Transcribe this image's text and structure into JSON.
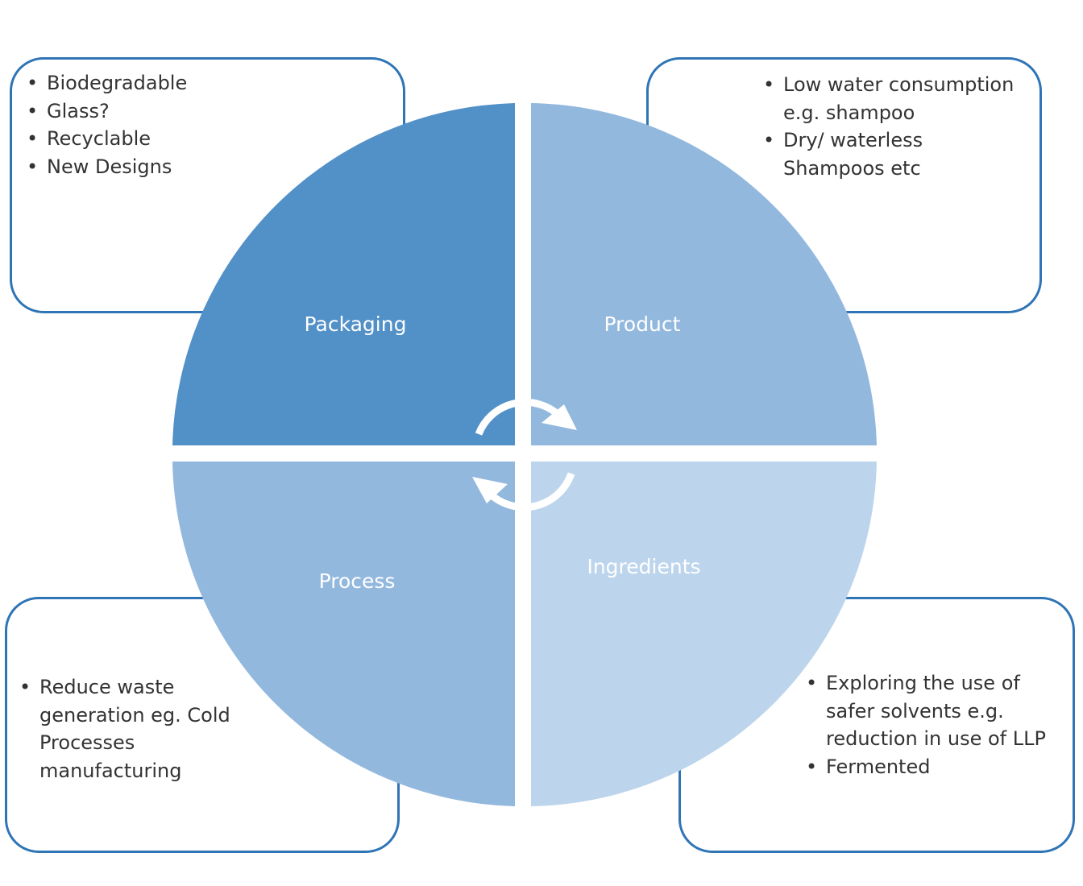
{
  "quadrants": {
    "packaging": {
      "label": "Packaging",
      "color": "#5290c8"
    },
    "product": {
      "label": "Product",
      "color": "#93b8de"
    },
    "process": {
      "label": "Process",
      "color": "#93b8de"
    },
    "ingredients": {
      "label": "Ingredients",
      "color": "#bdd5ec"
    }
  },
  "callouts": {
    "packaging": {
      "items": [
        "Biodegradable",
        "Glass?",
        "Recyclable",
        "New Designs"
      ]
    },
    "product": {
      "items": [
        "Low water consumption e.g. shampoo",
        "Dry/ waterless Shampoos etc"
      ]
    },
    "process": {
      "items": [
        "Reduce waste generation eg. Cold Processes manufacturing"
      ]
    },
    "ingredients": {
      "items": [
        "Exploring the use of safer solvents e.g. reduction in use of LLP",
        "Fermented"
      ]
    }
  },
  "colors": {
    "box_border": "#2f75b5",
    "text": "#333333",
    "arrow": "#ffffff"
  },
  "icons": [
    "cycle-arrow-icon",
    "cycle-arrow-icon"
  ]
}
